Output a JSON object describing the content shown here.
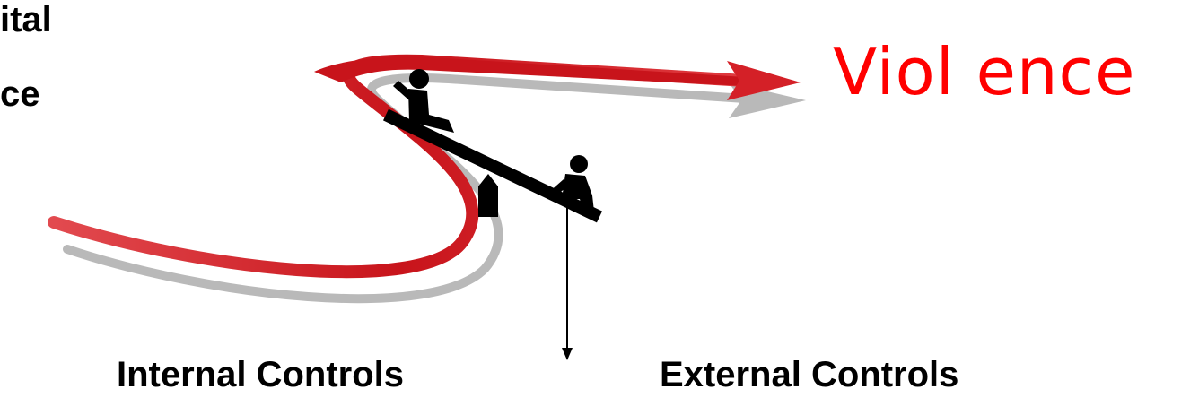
{
  "diagram": {
    "left_fragment_line1": "ital",
    "left_fragment_line2": "ce",
    "outcome_label": "Viol ence",
    "internal_label": "Internal Controls",
    "external_label": "External Controls",
    "colors": {
      "path_red": "#d42027",
      "path_shadow": "#b3b3b3",
      "outcome_text": "#ff0000",
      "figures": "#000000"
    },
    "icons": [
      "s-curve-arrow",
      "seesaw",
      "person-high",
      "person-low",
      "fulcrum",
      "down-arrow"
    ]
  }
}
